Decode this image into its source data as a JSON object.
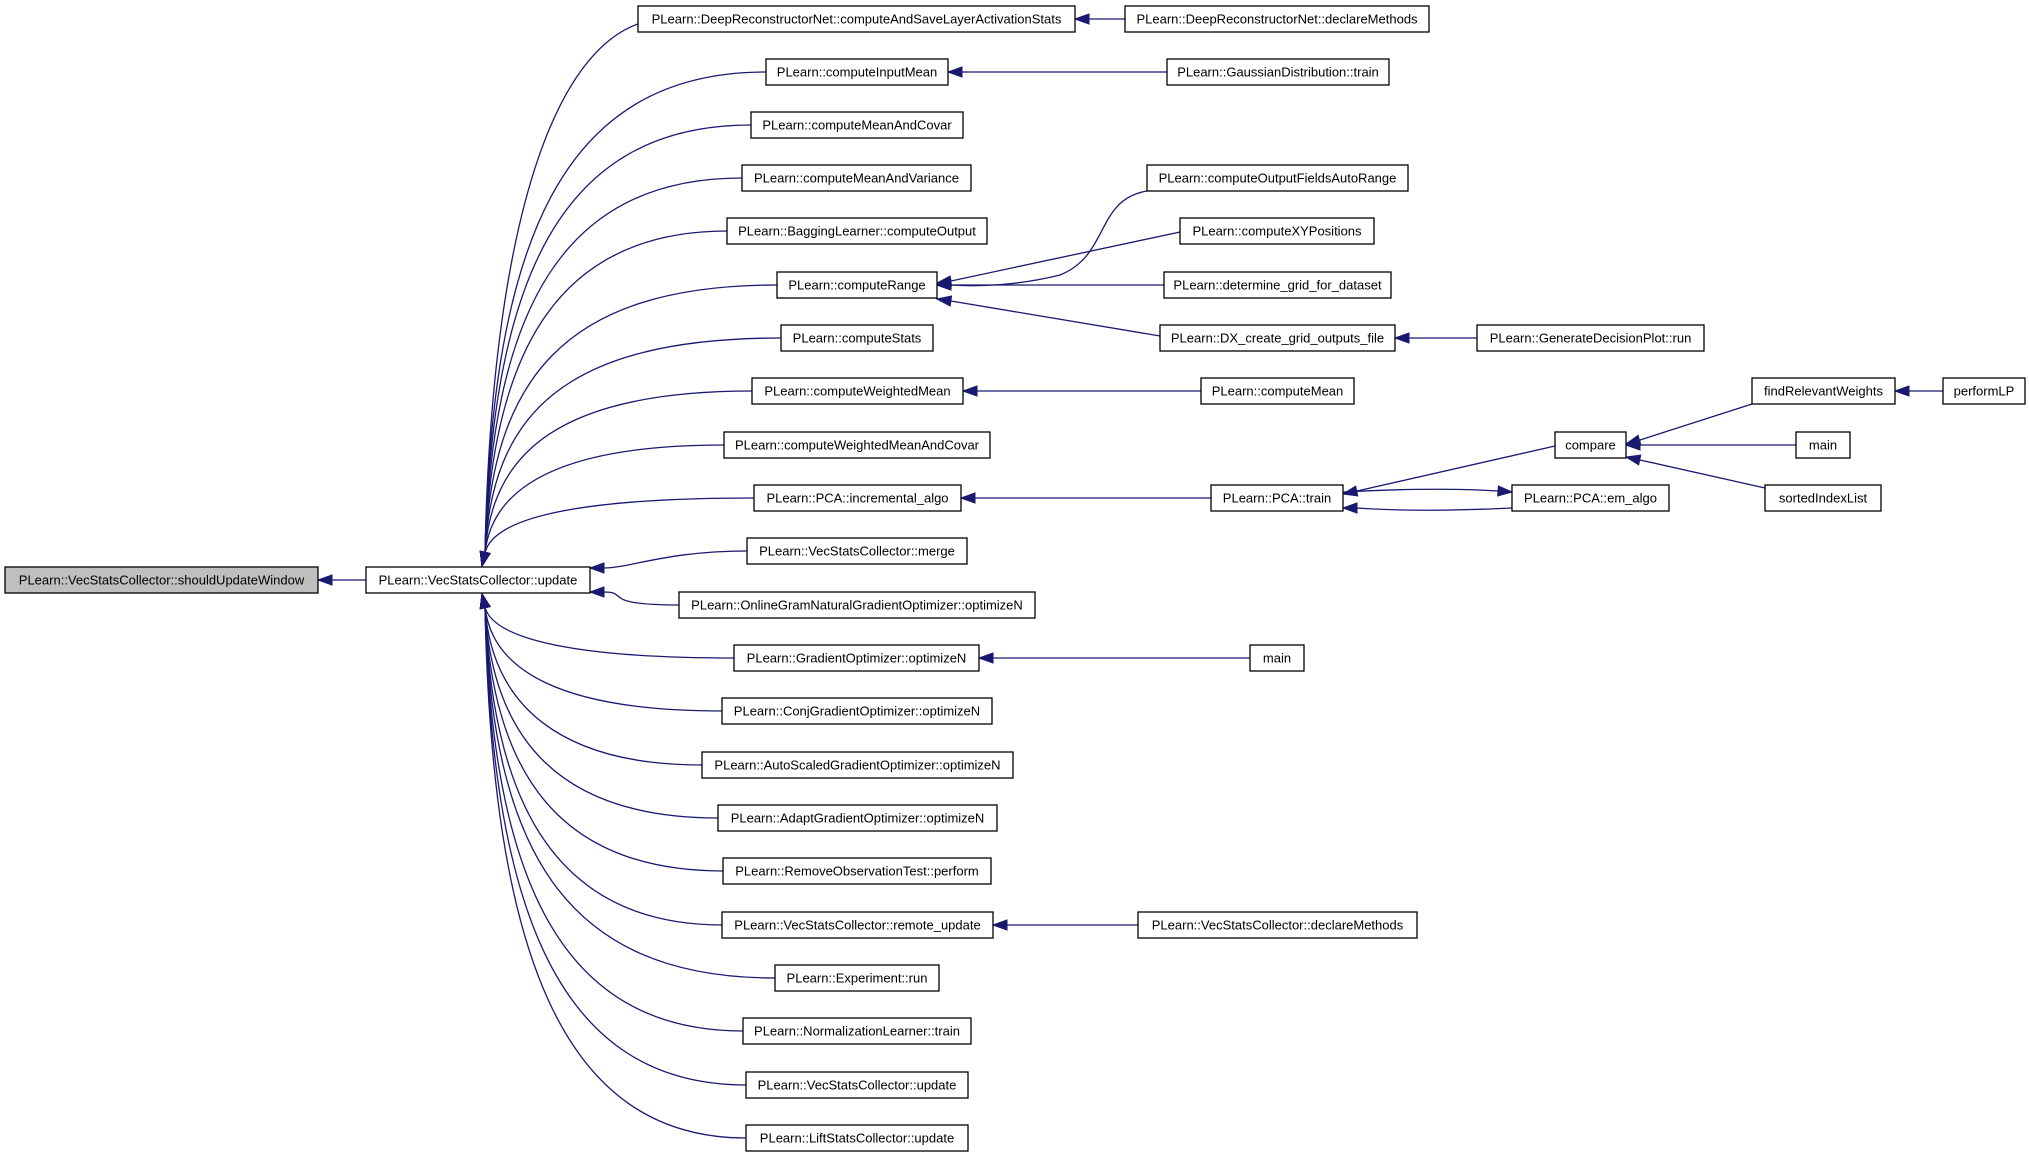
{
  "colors": {
    "edge": "#191970",
    "node_border": "#000000",
    "root_fill": "#bfbfbf",
    "node_fill": "#ffffff"
  },
  "nodes": {
    "should_update_window": "PLearn::VecStatsCollector::shouldUpdateWindow",
    "vsc_update": "PLearn::VecStatsCollector::update",
    "deep_compute_save": "PLearn::DeepReconstructorNet::computeAndSaveLayerActivationStats",
    "deep_declare_methods": "PLearn::DeepReconstructorNet::declareMethods",
    "compute_input_mean": "PLearn::computeInputMean",
    "gaussian_train": "PLearn::GaussianDistribution::train",
    "compute_mean_and_covar": "PLearn::computeMeanAndCovar",
    "compute_mean_and_variance": "PLearn::computeMeanAndVariance",
    "bagging_compute_output": "PLearn::BaggingLearner::computeOutput",
    "compute_output_fields_auto_range": "PLearn::computeOutputFieldsAutoRange",
    "compute_xy_positions": "PLearn::computeXYPositions",
    "compute_range": "PLearn::computeRange",
    "determine_grid": "PLearn::determine_grid_for_dataset",
    "dx_create_grid": "PLearn::DX_create_grid_outputs_file",
    "generate_decision_plot_run": "PLearn::GenerateDecisionPlot::run",
    "compute_stats": "PLearn::computeStats",
    "compute_weighted_mean": "PLearn::computeWeightedMean",
    "compute_mean": "PLearn::computeMean",
    "find_relevant_weights": "findRelevantWeights",
    "perform_lp": "performLP",
    "compare": "compare",
    "main_1": "main",
    "compute_weighted_mean_and_covar": "PLearn::computeWeightedMeanAndCovar",
    "pca_incremental_algo": "PLearn::PCA::incremental_algo",
    "pca_train": "PLearn::PCA::train",
    "pca_em_algo": "PLearn::PCA::em_algo",
    "sorted_index_list": "sortedIndexList",
    "vsc_merge": "PLearn::VecStatsCollector::merge",
    "online_gram_optimize": "PLearn::OnlineGramNaturalGradientOptimizer::optimizeN",
    "gradient_optimize": "PLearn::GradientOptimizer::optimizeN",
    "main_2": "main",
    "conj_gradient_optimize": "PLearn::ConjGradientOptimizer::optimizeN",
    "auto_scaled_optimize": "PLearn::AutoScaledGradientOptimizer::optimizeN",
    "adapt_gradient_optimize": "PLearn::AdaptGradientOptimizer::optimizeN",
    "remove_observation_perform": "PLearn::RemoveObservationTest::perform",
    "vsc_remote_update": "PLearn::VecStatsCollector::remote_update",
    "vsc_declare_methods": "PLearn::VecStatsCollector::declareMethods",
    "experiment_run": "PLearn::Experiment::run",
    "normalization_train": "PLearn::NormalizationLearner::train",
    "vsc_update_2": "PLearn::VecStatsCollector::update",
    "lift_stats_update": "PLearn::LiftStatsCollector::update"
  }
}
